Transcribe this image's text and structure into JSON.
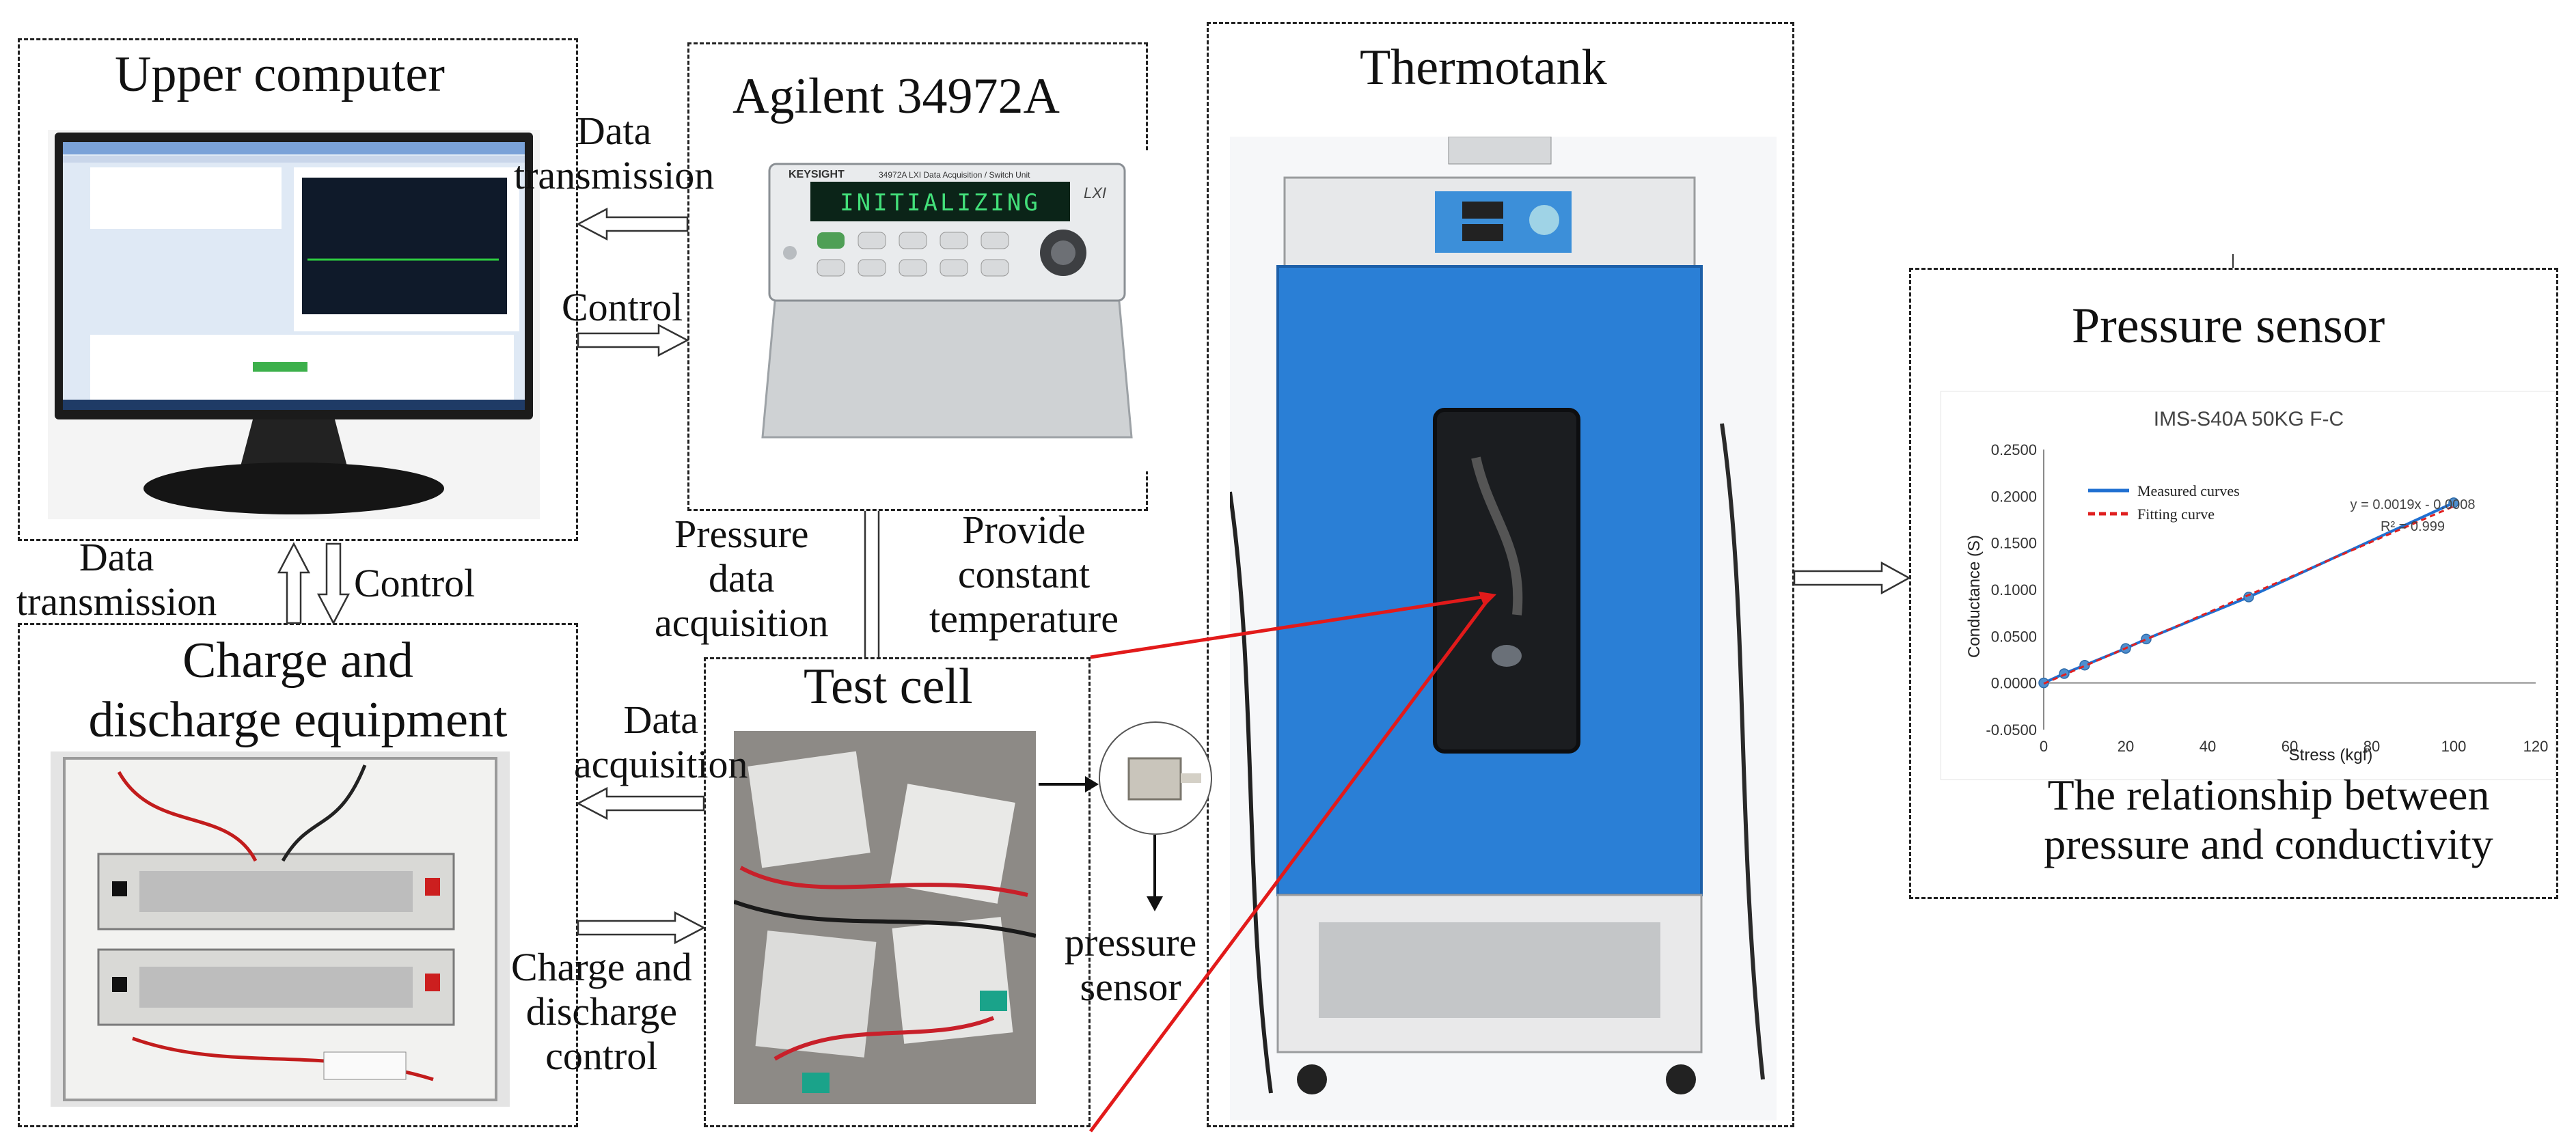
{
  "boxes": {
    "upper_computer": "Upper computer",
    "agilent": "Agilent 34972A",
    "thermotank": "Thermotank",
    "charge_equipment": "Charge and\ndischarge equipment",
    "test_cell": "Test cell",
    "pressure_sensor": "Pressure sensor"
  },
  "arrows": {
    "data_transmission_top": "Data\ntransmission",
    "control_top": "Control",
    "data_transmission_left": "Data\ntransmission",
    "control_left": "Control",
    "pressure_data_acquisition": "Pressure\ndata\nacquisition",
    "provide_constant_temperature": "Provide\nconstant\ntemperature",
    "data_acquisition": "Data\nacquisition",
    "charge_discharge_control": "Charge and\ndischarge\ncontrol",
    "pressure_sensor_label": "pressure\nsensor"
  },
  "instrument": {
    "display_text": "INITIALIZING",
    "brand": "KEYSIGHT",
    "model_line": "34972A  LXI Data Acquisition / Switch Unit",
    "lxi": "LXI"
  },
  "caption": "The relationship between\npressure and conductivity",
  "chart_data": {
    "type": "scatter",
    "title": "IMS-S40A 50KG F-C",
    "xlabel": "Stress (kgf)",
    "ylabel": "Conductance (S)",
    "xlim": [
      0,
      120
    ],
    "ylim": [
      -0.05,
      0.25
    ],
    "xticks": [
      "0",
      "20",
      "40",
      "60",
      "80",
      "100",
      "120"
    ],
    "yticks": [
      "-0.0500",
      "0.0000",
      "0.0500",
      "0.1000",
      "0.1500",
      "0.2000",
      "0.2500"
    ],
    "series": [
      {
        "name": "Measured curves",
        "style": "solid",
        "color": "#1f6fd1",
        "x": [
          0,
          5,
          10,
          20,
          25,
          50,
          100
        ],
        "y": [
          0.0,
          0.01,
          0.019,
          0.037,
          0.047,
          0.092,
          0.193
        ]
      },
      {
        "name": "Fitting curve",
        "style": "dashed",
        "color": "#e02020",
        "x": [
          0,
          100
        ],
        "y": [
          -0.0008,
          0.1892
        ]
      }
    ],
    "annotations": [
      "y = 0.0019x - 0.0008",
      "R² = 0.999"
    ],
    "legend": "top-left",
    "grid": false
  },
  "colors": {
    "tank_blue": "#2a7fd6",
    "red_line": "#e21a1a",
    "screen_blue": "#dfe9f5"
  }
}
